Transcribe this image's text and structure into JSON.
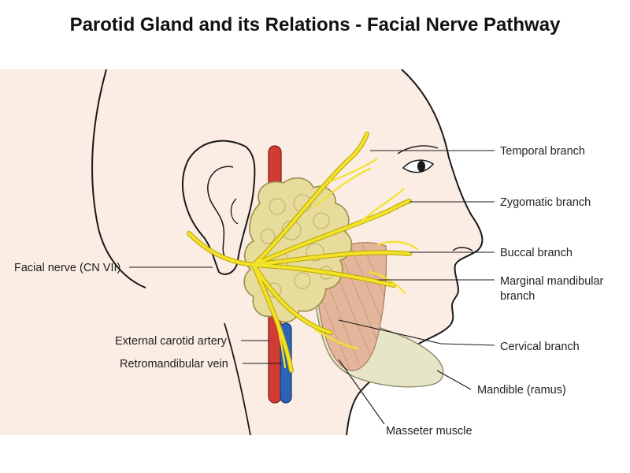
{
  "title": "Parotid Gland and its Relations - Facial Nerve Pathway",
  "labels": {
    "temporal": "Temporal branch",
    "zygomatic": "Zygomatic branch",
    "buccal": "Buccal branch",
    "marginal_line1": "Marginal mandibular",
    "marginal_line2": "branch",
    "cervical": "Cervical branch",
    "mandible": "Mandible (ramus)",
    "masseter": "Masseter muscle",
    "facial_nerve": "Facial nerve (CN VII)",
    "carotid": "External carotid artery",
    "retromandibular": "Retromandibular vein"
  },
  "colors": {
    "skin": "#fbece4",
    "outline": "#1a1a1a",
    "gland": "#e8dc9c",
    "gland_outline": "#9c8f4a",
    "nerve": "#f2e22a",
    "nerve_outline": "#b8a400",
    "artery": "#d23a32",
    "vein": "#2c63b8",
    "muscle": "#e3b59b",
    "bone": "#e6e5c8"
  }
}
